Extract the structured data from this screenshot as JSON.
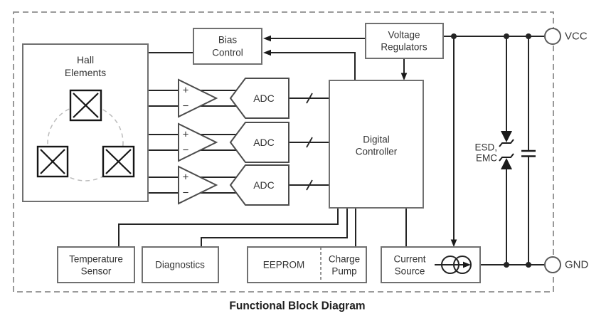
{
  "caption": "Functional Block Diagram",
  "terminals": {
    "vcc": "VCC",
    "gnd": "GND"
  },
  "protection": {
    "esd_line1": "ESD,",
    "esd_line2": "EMC"
  },
  "blocks": {
    "hall_elements": {
      "line1": "Hall",
      "line2": "Elements"
    },
    "bias_control": {
      "line1": "Bias",
      "line2": "Control"
    },
    "voltage_regulators": {
      "line1": "Voltage",
      "line2": "Regulators"
    },
    "digital_controller": {
      "line1": "Digital",
      "line2": "Controller"
    },
    "temperature_sensor": {
      "line1": "Temperature",
      "line2": "Sensor"
    },
    "diagnostics": {
      "label": "Diagnostics"
    },
    "eeprom": {
      "label": "EEPROM"
    },
    "charge_pump": {
      "line1": "Charge",
      "line2": "Pump"
    },
    "current_source": {
      "line1": "Current",
      "line2": "Source"
    }
  },
  "adcs": [
    {
      "label": "ADC"
    },
    {
      "label": "ADC"
    },
    {
      "label": "ADC"
    }
  ],
  "amps": [
    {
      "plus": "+",
      "minus": "−"
    },
    {
      "plus": "+",
      "minus": "−"
    },
    {
      "plus": "+",
      "minus": "−"
    }
  ],
  "colors": {
    "wire": "#242424",
    "block_outline": "#707070",
    "amp_adc_outline": "#4c4c4c",
    "hall_plate": "#161616",
    "dashed_border": "#8d8d8d",
    "dashed_circle": "#bcbcbc",
    "text": "#333333"
  }
}
